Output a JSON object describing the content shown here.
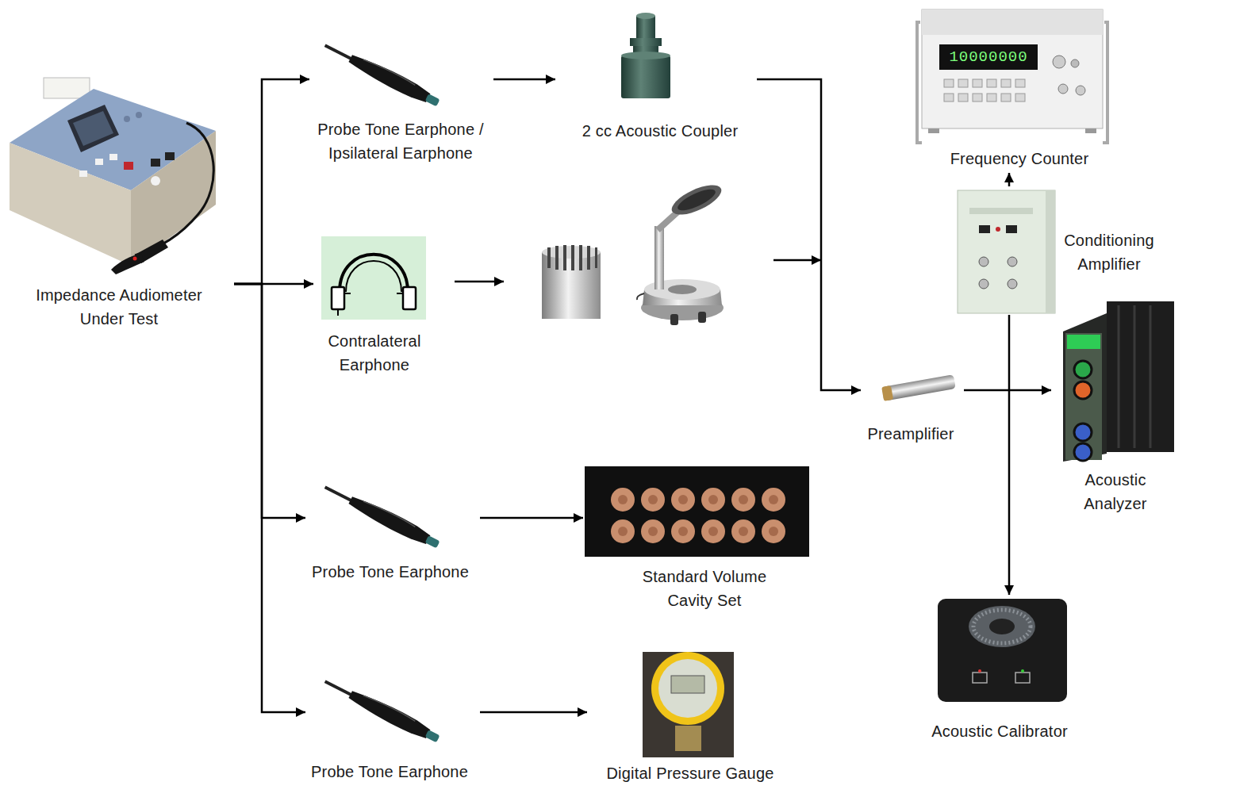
{
  "diagram": {
    "nodes": [
      {
        "text": [
          "Impedance Audiometer Under Test"
        ]
      },
      {
        "text": [
          "Probe Tone Earphone / Ipsilateral Earphone"
        ]
      },
      {
        "text": [
          "2 cc Acoustic Coupler"
        ]
      },
      {
        "text": [
          "Frequency Counter"
        ]
      },
      {
        "text": [
          "Contralateral Earphone"
        ]
      },
      {
        "text": [
          "Conditioning Amplifier"
        ]
      },
      {
        "text": [
          "Preamplifier"
        ]
      },
      {
        "text": [
          "Acoustic Analyzer"
        ]
      },
      {
        "text": [
          "Probe Tone Earphone"
        ]
      },
      {
        "text": [
          "Standard Volume Cavity Set"
        ]
      },
      {
        "text": [
          "Acoustic Calibrator"
        ]
      },
      {
        "text": [
          "Probe Tone Earphone"
        ]
      },
      {
        "text": [
          "Digital Pressure Gauge"
        ]
      }
    ],
    "edges": [
      {
        "from": 0,
        "to": 1,
        "arrow": "to"
      },
      {
        "from": 0,
        "to": 4,
        "arrow": "to"
      },
      {
        "from": 0,
        "to": 8,
        "arrow": "to"
      },
      {
        "from": 0,
        "to": 11,
        "arrow": "to"
      },
      {
        "from": 1,
        "to": 2,
        "arrow": "to"
      },
      {
        "from": 2,
        "to": 6,
        "arrow": "to"
      },
      {
        "from": 8,
        "to": 9,
        "arrow": "to"
      },
      {
        "from": 11,
        "to": 12,
        "arrow": "to"
      },
      {
        "from": 6,
        "to": 7,
        "arrow": "to"
      },
      {
        "from": 5,
        "to": 3,
        "arrow": "to"
      },
      {
        "from": 5,
        "to": 10,
        "arrow": "to"
      }
    ],
    "labels": [
      "10000000"
    ]
  }
}
